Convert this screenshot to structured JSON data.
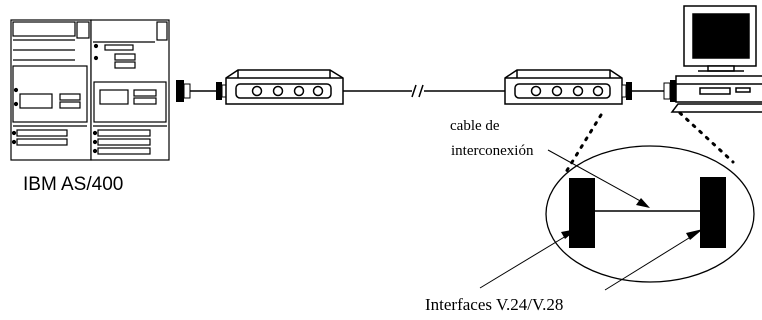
{
  "labels": {
    "host": "IBM AS/400",
    "cable_line1": "cable de",
    "cable_line2": "interconexión",
    "interfaces": "Interfaces V.24/V.28",
    "break_mark": "//"
  },
  "icons": {
    "host": "mainframe-server-icon",
    "modem": "modem-icon",
    "terminal": "desktop-computer-icon",
    "connector": "connector-plug-icon",
    "interface_block": "interface-block-icon"
  },
  "colors": {
    "ink": "#000000",
    "paper": "#ffffff"
  }
}
